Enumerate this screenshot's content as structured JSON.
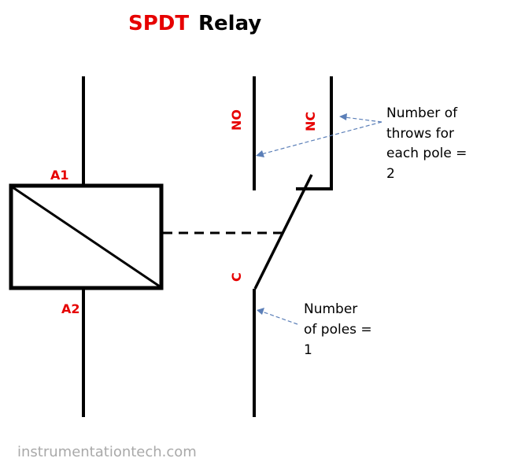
{
  "title": {
    "part1": "SPDT",
    "part2": "Relay"
  },
  "coil": {
    "terminal_top": "A1",
    "terminal_bottom": "A2"
  },
  "contacts": {
    "no_label": "NO",
    "nc_label": "NC",
    "common_label": "C"
  },
  "annotations": {
    "throws": [
      "Number of",
      "throws for",
      "each pole =",
      "2"
    ],
    "poles": [
      "Number",
      "of poles =",
      "1"
    ]
  },
  "watermark": "instrumentationtech.com",
  "colors": {
    "label_red": "#e60000",
    "arrow_blue": "#5b7fb8",
    "watermark_gray": "#a9a9a9"
  }
}
